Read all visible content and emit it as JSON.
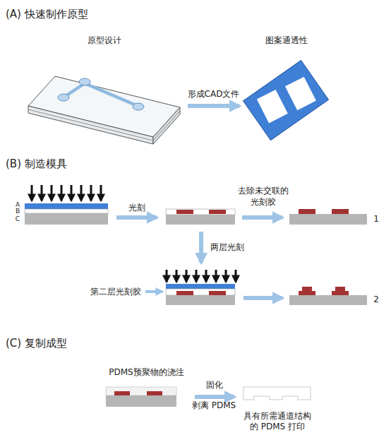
{
  "diagram": {
    "nodes": [
      {
        "text": [
          "原型设计"
        ]
      },
      {
        "text": [
          "图案通透性"
        ]
      },
      {
        "text": [
          "PDMS预聚物的浇注"
        ]
      },
      {
        "text": [
          "具有所需通道结构 的 PDMS 打印"
        ]
      }
    ],
    "edges": [
      {
        "from": 0,
        "to": 1,
        "label": "形成CAD文件",
        "arrow": "to"
      },
      {
        "from": 2,
        "to": 3,
        "label": "固化",
        "arrow": "to"
      }
    ],
    "labels": [
      "(A) 快速制作原型",
      "(B) 制造模具",
      "A",
      "B",
      "C",
      "光刻",
      "去除未交联的 光刻胶",
      "1",
      "两层光刻",
      "第二层光刻胶",
      "2",
      "(C) 复制成型",
      "剥离 PDMS"
    ]
  }
}
